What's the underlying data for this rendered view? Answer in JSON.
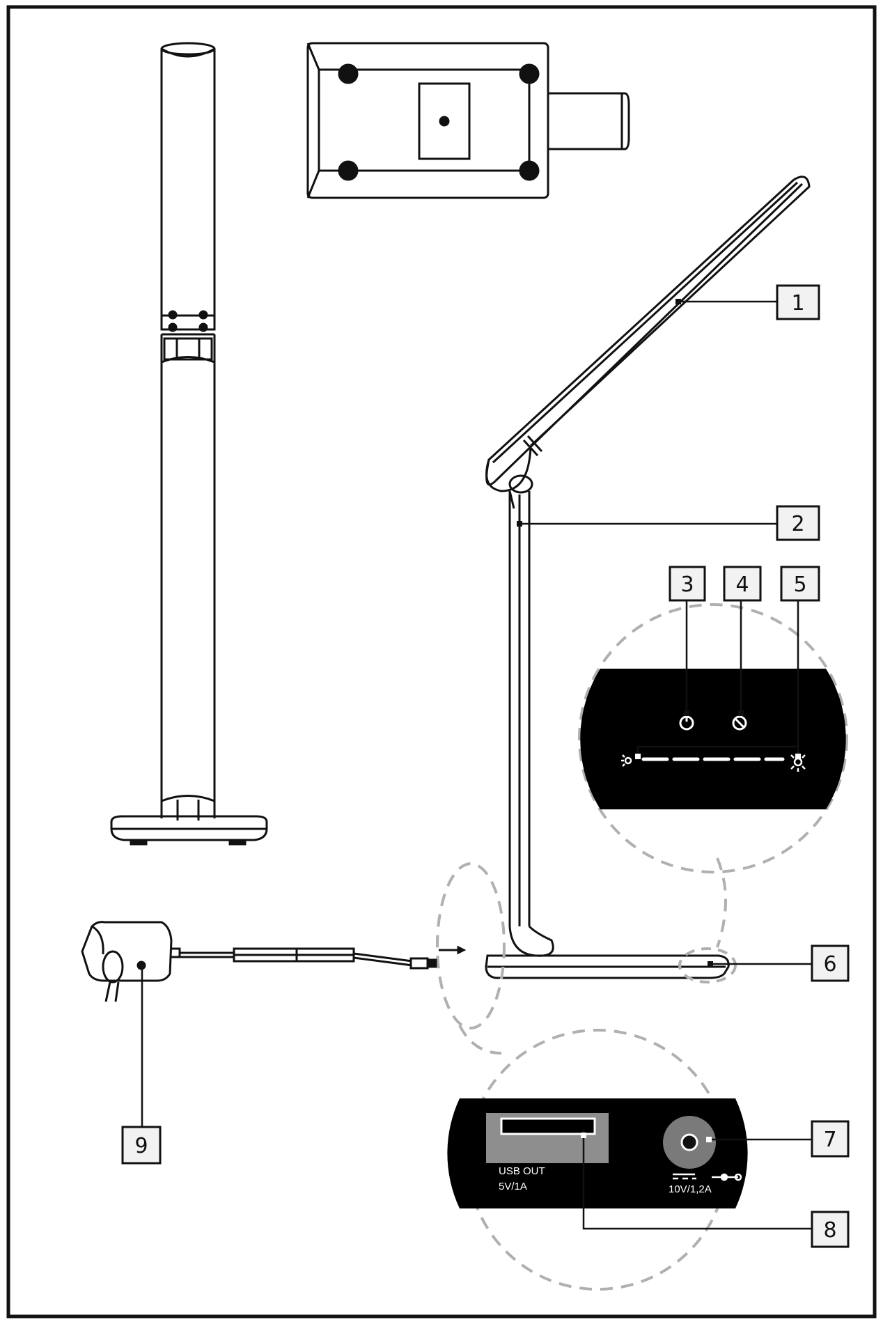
{
  "callouts": [
    {
      "id": "1",
      "label": "1"
    },
    {
      "id": "2",
      "label": "2"
    },
    {
      "id": "3",
      "label": "3"
    },
    {
      "id": "4",
      "label": "4"
    },
    {
      "id": "5",
      "label": "5"
    },
    {
      "id": "6",
      "label": "6"
    },
    {
      "id": "7",
      "label": "7"
    },
    {
      "id": "8",
      "label": "8"
    },
    {
      "id": "9",
      "label": "9"
    }
  ],
  "ports": {
    "usb_line1": "USB OUT",
    "usb_line2": "5V/1A",
    "dc_rating": "10V/1,2A"
  },
  "colors": {
    "line": "#111111",
    "panel": "#000000",
    "dash": "#b0b0b0",
    "usb_plate": "#8e8e8e",
    "jack": "#7a7a7a"
  }
}
